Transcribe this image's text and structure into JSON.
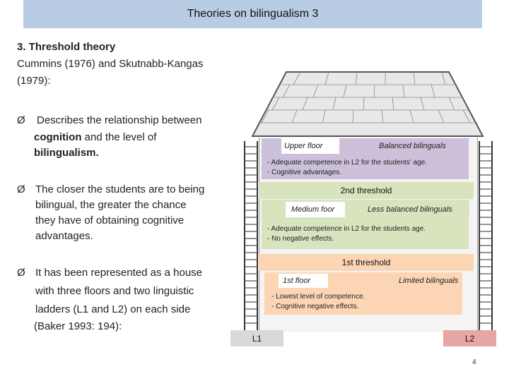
{
  "slide": {
    "title": "Theories on bilingualism 3",
    "heading": "3. Threshold theory",
    "authors_line1": "Cummins (1976) and Skutnabb-Kangas",
    "authors_line2": "(1979):",
    "page_number": "4"
  },
  "bullets": [
    {
      "marker": "Ø",
      "line1": "Describes the relationship between",
      "line2_bold1": "cognition",
      "line2_mid": " and the level of",
      "line3_bold": "bilingualism."
    },
    {
      "marker": "Ø",
      "lines": [
        "The closer the students are to being",
        "bilingual, the greater the chance",
        "they have of obtaining cognitive",
        "advantages."
      ]
    },
    {
      "marker": "Ø",
      "lines": [
        "It has been represented as a house",
        "with three floors and two linguistic",
        "ladders (L1 and L2) on each side",
        "(Baker 1993: 194):"
      ]
    }
  ],
  "house": {
    "upper": {
      "floor_label": "Upper floor",
      "type_label": "Balanced bilinguals",
      "notes": [
        "- Adequate competence in L2 for the students' age.",
        "- Cognitive advantages."
      ],
      "color": "#ccc0da"
    },
    "threshold2": {
      "label": "2nd threshold",
      "color": "#d7e4bd"
    },
    "middle": {
      "floor_label": "Medium foor",
      "type_label": "Less balanced bilinguals",
      "notes": [
        "- Adequate competence in L2 for the students age.",
        "- No negative effects."
      ],
      "color": "#d7e4bd"
    },
    "threshold1": {
      "label": "1st threshold",
      "color": "#fcd5b5"
    },
    "lower": {
      "floor_label": "1st floor",
      "type_label": "Limited bilinguals",
      "notes": [
        "- Lowest level of competence.",
        "- Cognitive negative effects."
      ],
      "color": "#fcd5b5"
    },
    "ladder_left": "L1",
    "ladder_right": "L2"
  }
}
